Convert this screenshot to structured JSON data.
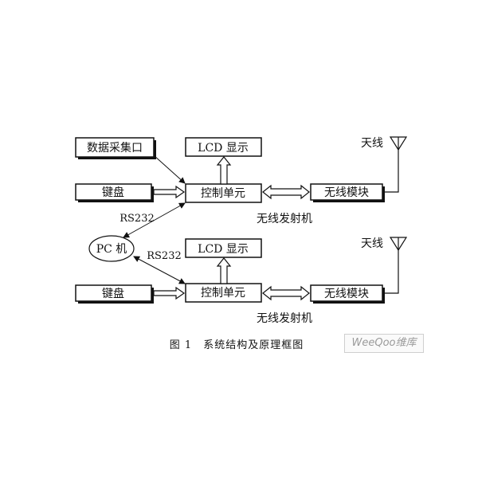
{
  "top_section": {
    "data_acquisition": "数据采集口",
    "keyboard": "键盘",
    "lcd": "LCD 显示",
    "control": "控制单元",
    "wireless_module": "无线模块",
    "antenna": "天线",
    "rs232": "RS232",
    "caption": "无线发射机"
  },
  "pc": "PC 机",
  "bottom_section": {
    "keyboard": "键盘",
    "lcd": "LCD 显示",
    "control": "控制单元",
    "wireless_module": "无线模块",
    "antenna": "天线",
    "rs232": "RS232",
    "caption": "无线发射机"
  },
  "figure_caption": "图 1　系统结构及原理框图",
  "watermark": "WeeQoo维库"
}
